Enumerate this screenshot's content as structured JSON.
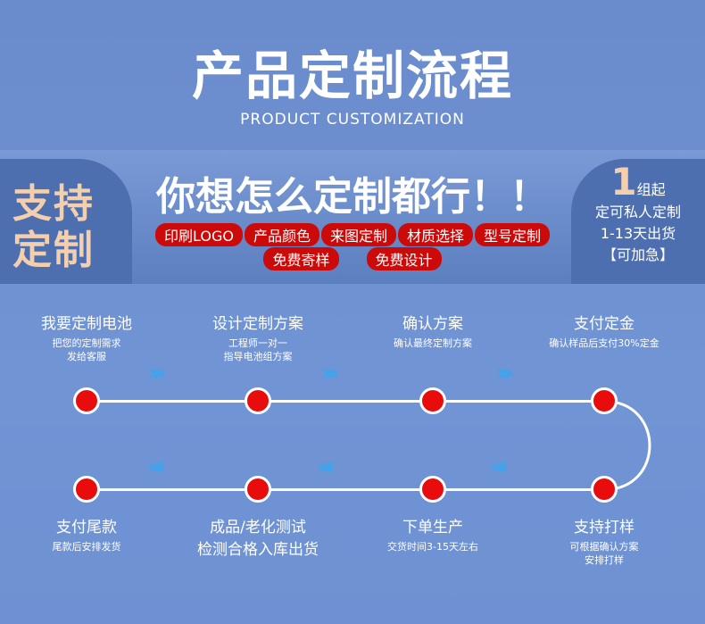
{
  "header": {
    "title": "产品定制流程",
    "subtitle": "PRODUCT CUSTOMIZATION"
  },
  "banner": {
    "left_lines": [
      "支持",
      "定制"
    ],
    "slogan": "你想怎么定制都行！！",
    "tags_row1": [
      "印刷LOGO",
      "产品颜色",
      "来图定制",
      "材质选择",
      "型号定制"
    ],
    "tags_row2": [
      "免费寄样",
      "免费设计"
    ],
    "right": {
      "number": "1",
      "unit": "组起",
      "line1": "定可私人定制",
      "line2": "1-13天出货",
      "line3": "【可加急】"
    }
  },
  "steps_top": [
    {
      "title": "我要定制电池",
      "desc": [
        "把您的定制需求",
        "发给客服"
      ]
    },
    {
      "title": "设计定制方案",
      "desc": [
        "工程师一对一",
        "指导电池组方案"
      ]
    },
    {
      "title": "确认方案",
      "desc": [
        "确认最终定制方案"
      ]
    },
    {
      "title": "支付定金",
      "desc": [
        "确认样品后支付30%定金"
      ]
    }
  ],
  "steps_bottom": [
    {
      "title": "支付尾款",
      "desc": [
        "尾款后安排发货"
      ]
    },
    {
      "title": "成品/老化测试",
      "desc": [
        "检测合格入库出货"
      ]
    },
    {
      "title": "下单生产",
      "desc": [
        "交货时间3-15天左右"
      ]
    },
    {
      "title": "支持打样",
      "desc": [
        "可根据确认方案",
        "安排打样"
      ]
    }
  ],
  "colors": {
    "node": "#e80c0c",
    "tag": "#cc0a0a",
    "accent_text": "#f3cfae",
    "arrow": "#3aa6f0"
  }
}
